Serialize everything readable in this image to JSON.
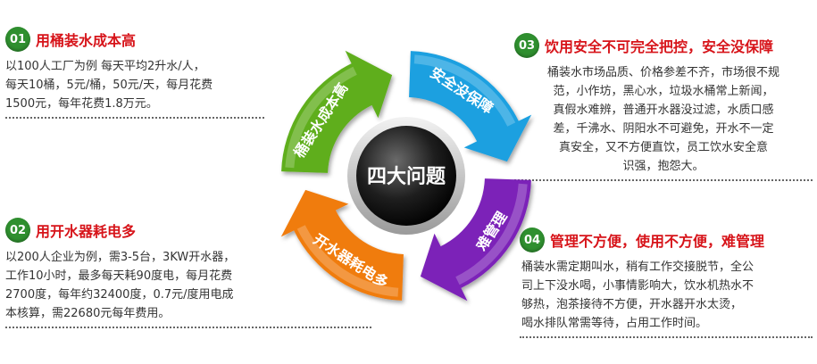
{
  "center": {
    "label": "四大问题"
  },
  "arrows": [
    {
      "label": "桶装水成本高",
      "color": "#5fae1f"
    },
    {
      "label": "安全没保障",
      "color": "#1ea0e0"
    },
    {
      "label": "难管理",
      "color": "#7b22b8"
    },
    {
      "label": "开水器耗电多",
      "color": "#f07b10"
    }
  ],
  "panels": [
    {
      "num": "01",
      "title": "用桶装水成本高",
      "lines": [
        "以100人工厂为例  每天平均2升水/人，",
        "每天10桶，5元/桶，50元/天，每月花费",
        "1500元，每年花费1.8万元。"
      ]
    },
    {
      "num": "02",
      "title": "用开水器耗电多",
      "lines": [
        "以200人企业为例，需3-5台，3KW开水器，",
        "工作10小时，最多每天耗90度电，每月花费",
        "2700度，每年约32400度，0.7元/度用电成",
        "本核算，需22680元每年费用。"
      ]
    },
    {
      "num": "03",
      "title": "饮用安全不可完全把控，安全没保障",
      "lines": [
        "桶装水市场品质、价格参差不齐，市场很不规",
        "范，小作坊，黑心水，垃圾水桶常上新闻，",
        "真假水难辨，普通开水器没过滤，水质口感",
        "差，千沸水、阴阳水不可避免，开水不一定",
        "真安全，又不方便直饮，员工饮水安全意",
        "识强，抱怨大。"
      ]
    },
    {
      "num": "04",
      "title": "管理不方便，使用不方便，难管理",
      "lines": [
        "桶装水需定期叫水，稍有工作交接脱节，全公",
        "司上下没水喝，小事情影响大，饮水机热水不",
        "够热，泡茶接待不方便，开水器开水太烫，",
        "喝水排队常需等待，占用工作时间。"
      ]
    }
  ]
}
